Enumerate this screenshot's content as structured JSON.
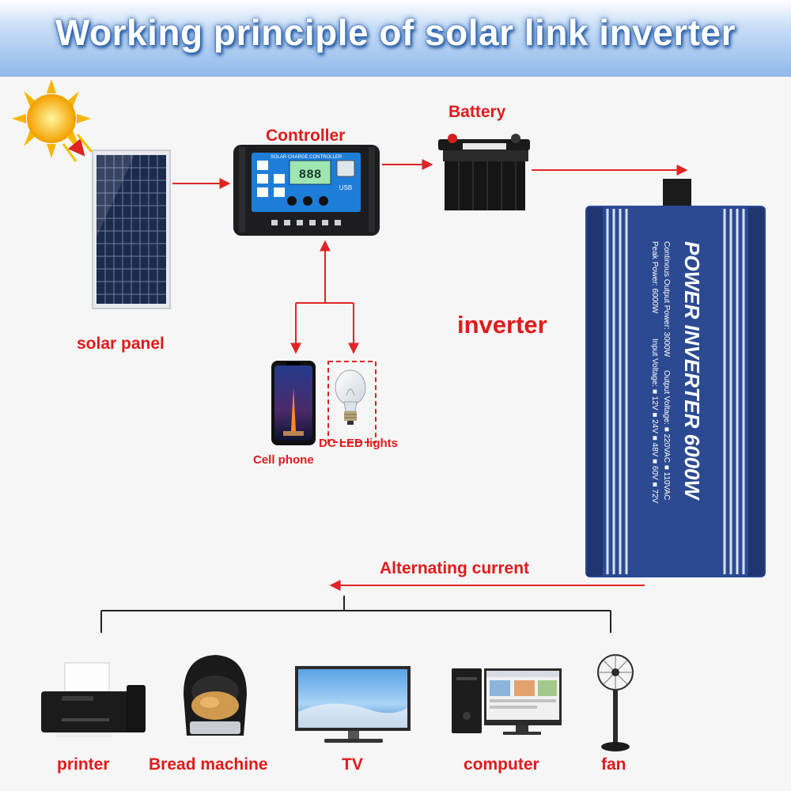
{
  "header": {
    "title": "Working principle of solar link inverter"
  },
  "labels": {
    "solar_panel": "solar panel",
    "controller": "Controller",
    "battery": "Battery",
    "inverter": "inverter",
    "cell_phone": "Cell phone",
    "dc_led_lights": "DC LED lights",
    "alternating_current": "Alternating current"
  },
  "appliances": [
    "printer",
    "Bread machine",
    "TV",
    "computer",
    "fan"
  ],
  "controller_device": {
    "screen_title": "SOLAR CHARGE CONTROLLER",
    "display": "888",
    "usb": "USB"
  },
  "inverter_device": {
    "brand_title": "POWER INVERTER 6000W",
    "spec_continuous": "Continous Output Power: 3000W",
    "spec_peak": "Peak Power: 6000W",
    "spec_output": "Output Voltage: ■ 220VAC ■ 110VAC",
    "spec_input": "Input Voltage: ■ 12V ■ 24V ■ 48V ■ 60V ■ 72V"
  },
  "colors": {
    "accent": "#e21a1a",
    "arrow": "#e02424",
    "inverter_blue": "#2b4a92",
    "line": "#222222"
  }
}
